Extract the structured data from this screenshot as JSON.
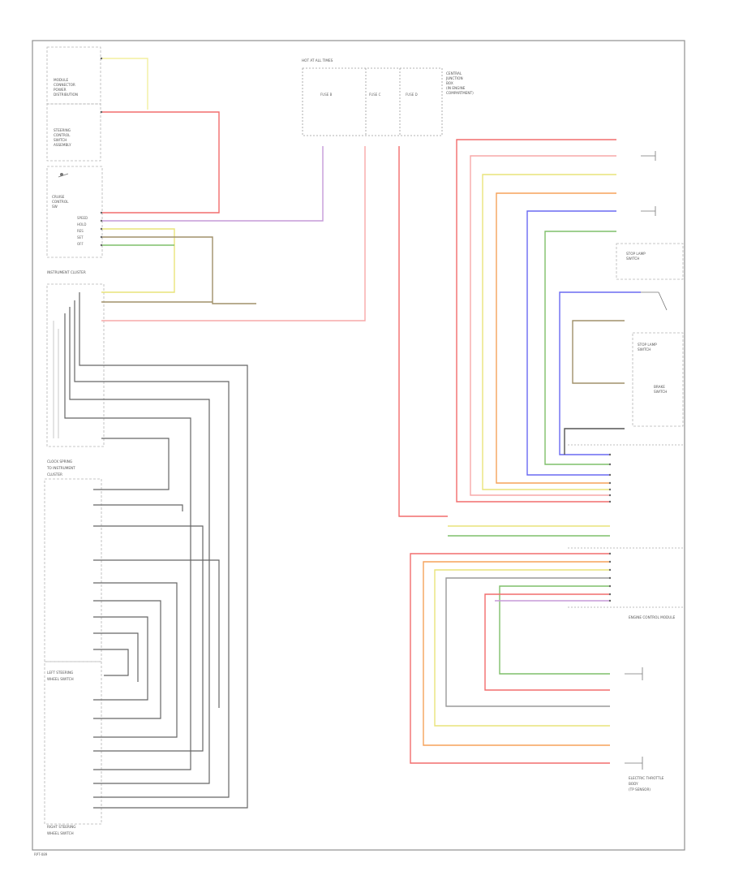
{
  "colors": {
    "red": "#f26d6d",
    "pink": "#f7a8a8",
    "orange": "#f5a25a",
    "yellow": "#e9e37a",
    "light-yellow": "#f3ef9f",
    "violet": "#c59ad8",
    "blue": "#6a6af2",
    "green": "#7fbf6a",
    "brown": "#a0906a",
    "dark-gray": "#666666",
    "gray": "#9a9a9a",
    "frame": "#8f8f8f"
  },
  "labels": {
    "hot_at_all_times": "HOT AT ALL TIMES",
    "fuse_b": "FUSE B",
    "fuse_c": "FUSE C",
    "fuse_d": "FUSE D",
    "instrument_cluster": "INSTRUMENT CLUSTER",
    "engine_control_module": "ENGINE CONTROL MODULE",
    "electric_throttle": "ELECTRIC THROTTLE",
    "footer_code": "RPT-089"
  },
  "icons": [
    "switch-icon",
    "ground-icon",
    "sensor-icon"
  ]
}
